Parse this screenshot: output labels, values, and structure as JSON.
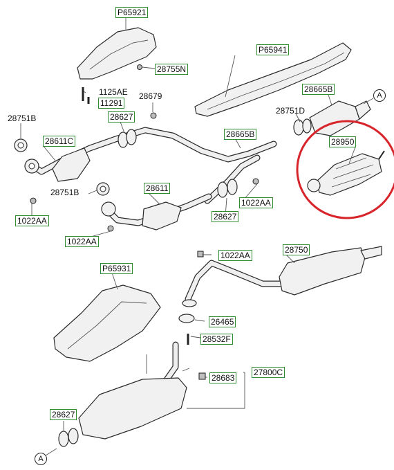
{
  "labels": {
    "p65921": "P65921",
    "n28755n": "28755N",
    "n1125ae": "1125AE",
    "n11291": "11291",
    "n28679": "28679",
    "p65941": "P65941",
    "n28665b_top": "28665B",
    "n28751d": "28751D",
    "n28751b_left": "28751B",
    "n28611c": "28611C",
    "n28627_top": "28627",
    "n28665b_mid": "28665B",
    "n28950": "28950",
    "n28751b_mid": "28751B",
    "n28611": "28611",
    "n1022aa_right": "1022AA",
    "n28627_mid": "28627",
    "n1022aa_left": "1022AA",
    "n1022aa_low": "1022AA",
    "n1022aa_tail": "1022AA",
    "n28750": "28750",
    "p65931": "P65931",
    "n26465": "26465",
    "n28532f": "28532F",
    "n28683": "28683",
    "n27800c": "27800C",
    "n28627_bottom": "28627"
  },
  "refs": {
    "a_top": "A",
    "a_bottom": "A"
  },
  "highlight": {
    "color": "#d8242b",
    "part": "28950"
  },
  "label_box_color": "#2e8b2e"
}
